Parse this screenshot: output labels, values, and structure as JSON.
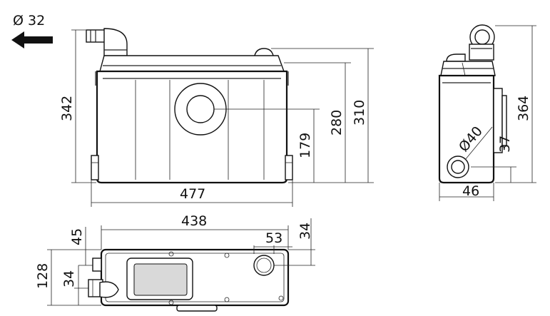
{
  "outlet": {
    "label": "Ø 32"
  },
  "front_view": {
    "height_overall": "342",
    "height_lid": "310",
    "height_body": "280",
    "inlet_height": "179",
    "width": "477"
  },
  "side_view": {
    "height_overall": "364",
    "inlet_diameter": "Ø40",
    "inlet_height": "37",
    "inlet_depth": "46"
  },
  "top_view": {
    "length": "438",
    "depth": "128",
    "outlet_offset": "45",
    "inlet_offset": "34",
    "vent_diameter": "53",
    "vent_offset": "34"
  },
  "colors": {
    "line": "#111111",
    "arrow": "#111111"
  }
}
